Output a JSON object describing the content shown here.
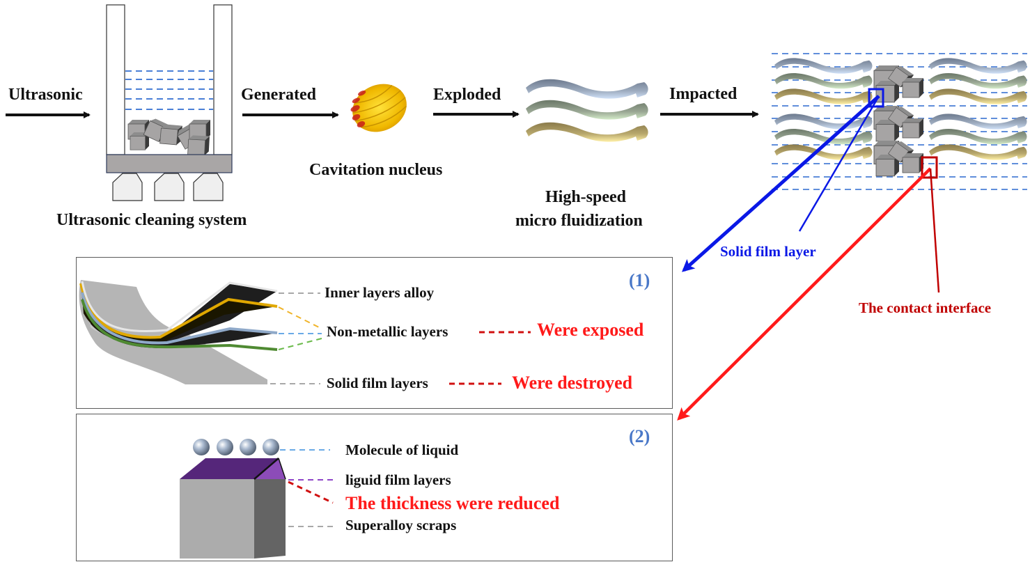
{
  "colors": {
    "water_dash": "#4a7fd6",
    "arrow_black": "#111111",
    "solid_film_blue": "#0a18e6",
    "contact_red": "#ff1a1a",
    "contact_dark_red": "#c00000",
    "panel_number": "#4a78c8",
    "purple_film": "#55267a",
    "yellow_layer": "#e0a800",
    "blue_layer": "#8fa9c9",
    "green_layer": "#4f8a32"
  },
  "flow": {
    "input_label": "Ultrasonic",
    "system_caption": "Ultrasonic cleaning system",
    "step1_label": "Generated",
    "nucleus_caption": "Cavitation nucleus",
    "step2_label": "Exploded",
    "fluidization_caption_line1": "High-speed",
    "fluidization_caption_line2": "micro fluidization",
    "step3_label": "Impacted"
  },
  "callouts": {
    "solid_film_layer": "Solid film layer",
    "contact_interface": "The contact interface"
  },
  "panel1": {
    "number": "(1)",
    "labels": {
      "inner": "Inner layers alloy",
      "nonmetallic": "Non-metallic layers",
      "solid": "Solid film layers"
    },
    "effects": {
      "exposed": "Were exposed",
      "destroyed": "Were destroyed"
    }
  },
  "panel2": {
    "number": "(2)",
    "labels": {
      "molecule": "Molecule of liquid",
      "liquid_film": "liguid film layers",
      "scraps": "Superalloy scraps"
    },
    "effects": {
      "thickness": "The thickness were reduced"
    }
  }
}
